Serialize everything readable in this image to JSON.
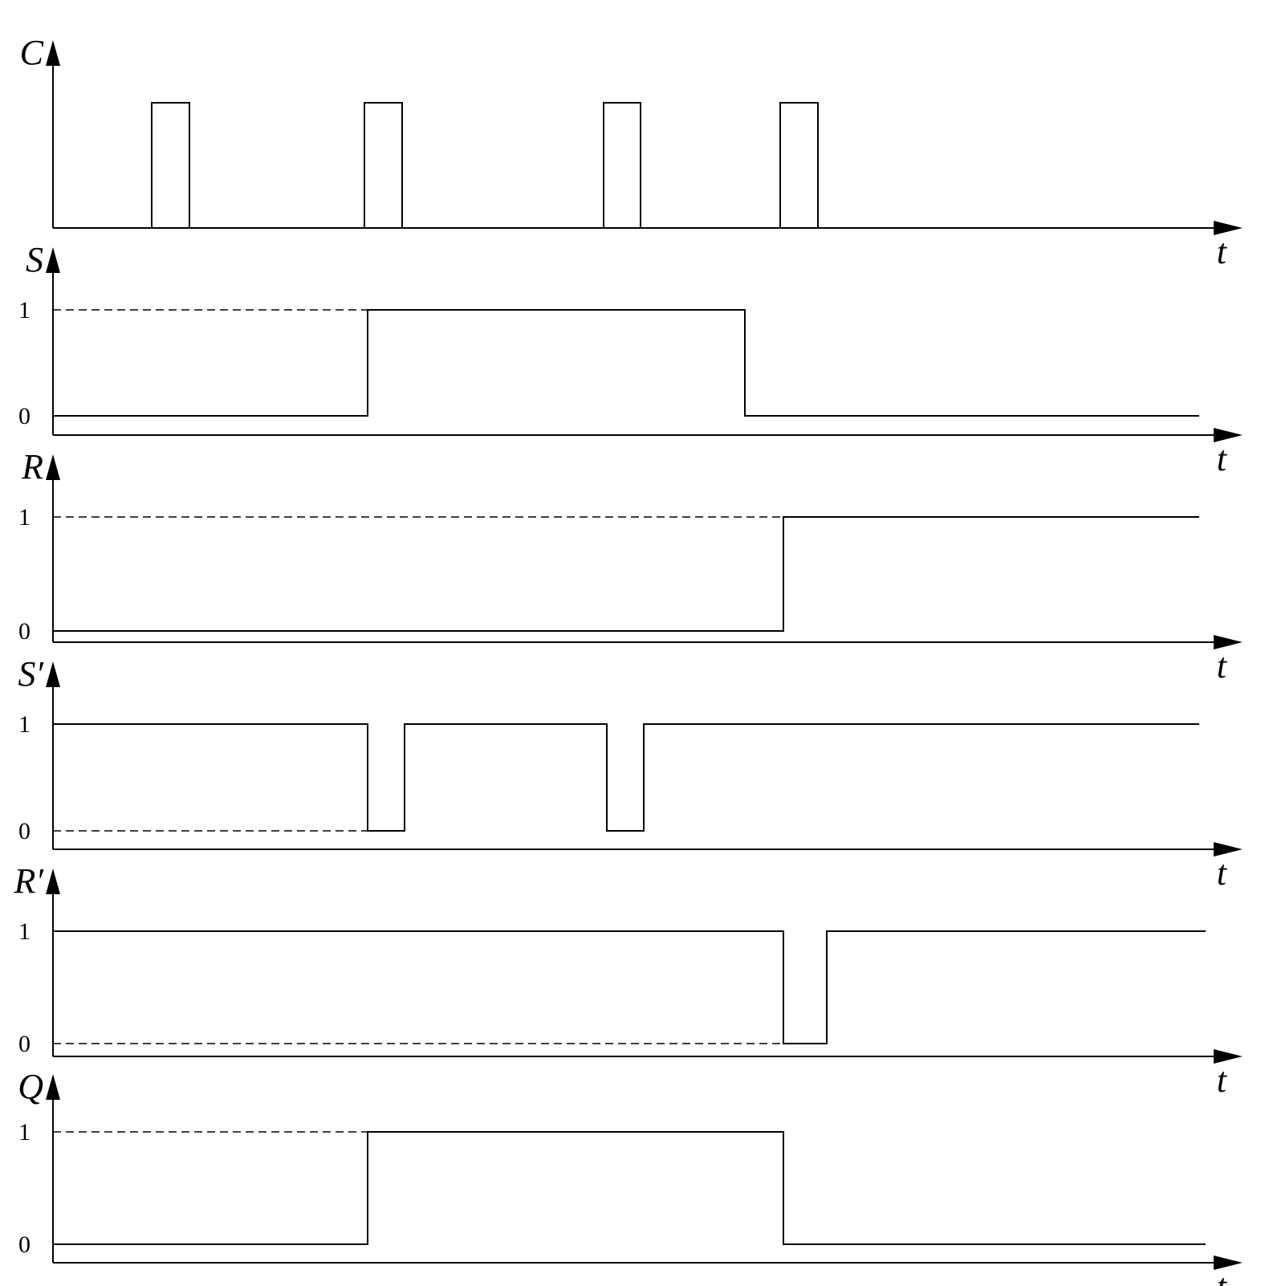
{
  "diagram": {
    "time_axis_label": "t",
    "level_labels": [
      "0",
      "1"
    ],
    "signals": [
      {
        "name": "C",
        "levels_shown": false,
        "waveform": [
          [
            0,
            0
          ],
          [
            123,
            0
          ],
          [
            123,
            1
          ],
          [
            170,
            1
          ],
          [
            170,
            0
          ],
          [
            388,
            0
          ],
          [
            388,
            1
          ],
          [
            435,
            1
          ],
          [
            435,
            0
          ],
          [
            686,
            0
          ],
          [
            686,
            1
          ],
          [
            732,
            1
          ],
          [
            732,
            0
          ],
          [
            906,
            0
          ],
          [
            906,
            1
          ],
          [
            953,
            1
          ],
          [
            953,
            0
          ],
          [
            1460,
            0
          ]
        ],
        "dashed_reference": null
      },
      {
        "name": "S",
        "levels_shown": true,
        "waveform": [
          [
            0,
            0
          ],
          [
            392,
            0
          ],
          [
            392,
            1
          ],
          [
            862,
            1
          ],
          [
            862,
            0
          ],
          [
            1428,
            0
          ]
        ],
        "dashed_reference": {
          "level": 1,
          "from": 0,
          "to": 392
        }
      },
      {
        "name": "R",
        "levels_shown": true,
        "waveform": [
          [
            0,
            0
          ],
          [
            910,
            0
          ],
          [
            910,
            1
          ],
          [
            1428,
            1
          ]
        ],
        "dashed_reference": {
          "level": 1,
          "from": 0,
          "to": 910
        }
      },
      {
        "name": "S′",
        "levels_shown": true,
        "waveform": [
          [
            0,
            1
          ],
          [
            392,
            1
          ],
          [
            392,
            0
          ],
          [
            438,
            0
          ],
          [
            438,
            1
          ],
          [
            690,
            1
          ],
          [
            690,
            0
          ],
          [
            736,
            0
          ],
          [
            736,
            1
          ],
          [
            1428,
            1
          ]
        ],
        "dashed_reference": {
          "level": 0,
          "from": 0,
          "to": 392
        }
      },
      {
        "name": "R′",
        "levels_shown": true,
        "waveform": [
          [
            0,
            1
          ],
          [
            910,
            1
          ],
          [
            910,
            0
          ],
          [
            964,
            0
          ],
          [
            964,
            1
          ],
          [
            1436,
            1
          ]
        ],
        "dashed_reference": {
          "level": 0,
          "from": 0,
          "to": 910
        }
      },
      {
        "name": "Q",
        "levels_shown": true,
        "waveform": [
          [
            0,
            0
          ],
          [
            392,
            0
          ],
          [
            392,
            1
          ],
          [
            910,
            1
          ],
          [
            910,
            0
          ],
          [
            1436,
            0
          ]
        ],
        "dashed_reference": {
          "level": 1,
          "from": 0,
          "to": 392
        }
      }
    ]
  }
}
